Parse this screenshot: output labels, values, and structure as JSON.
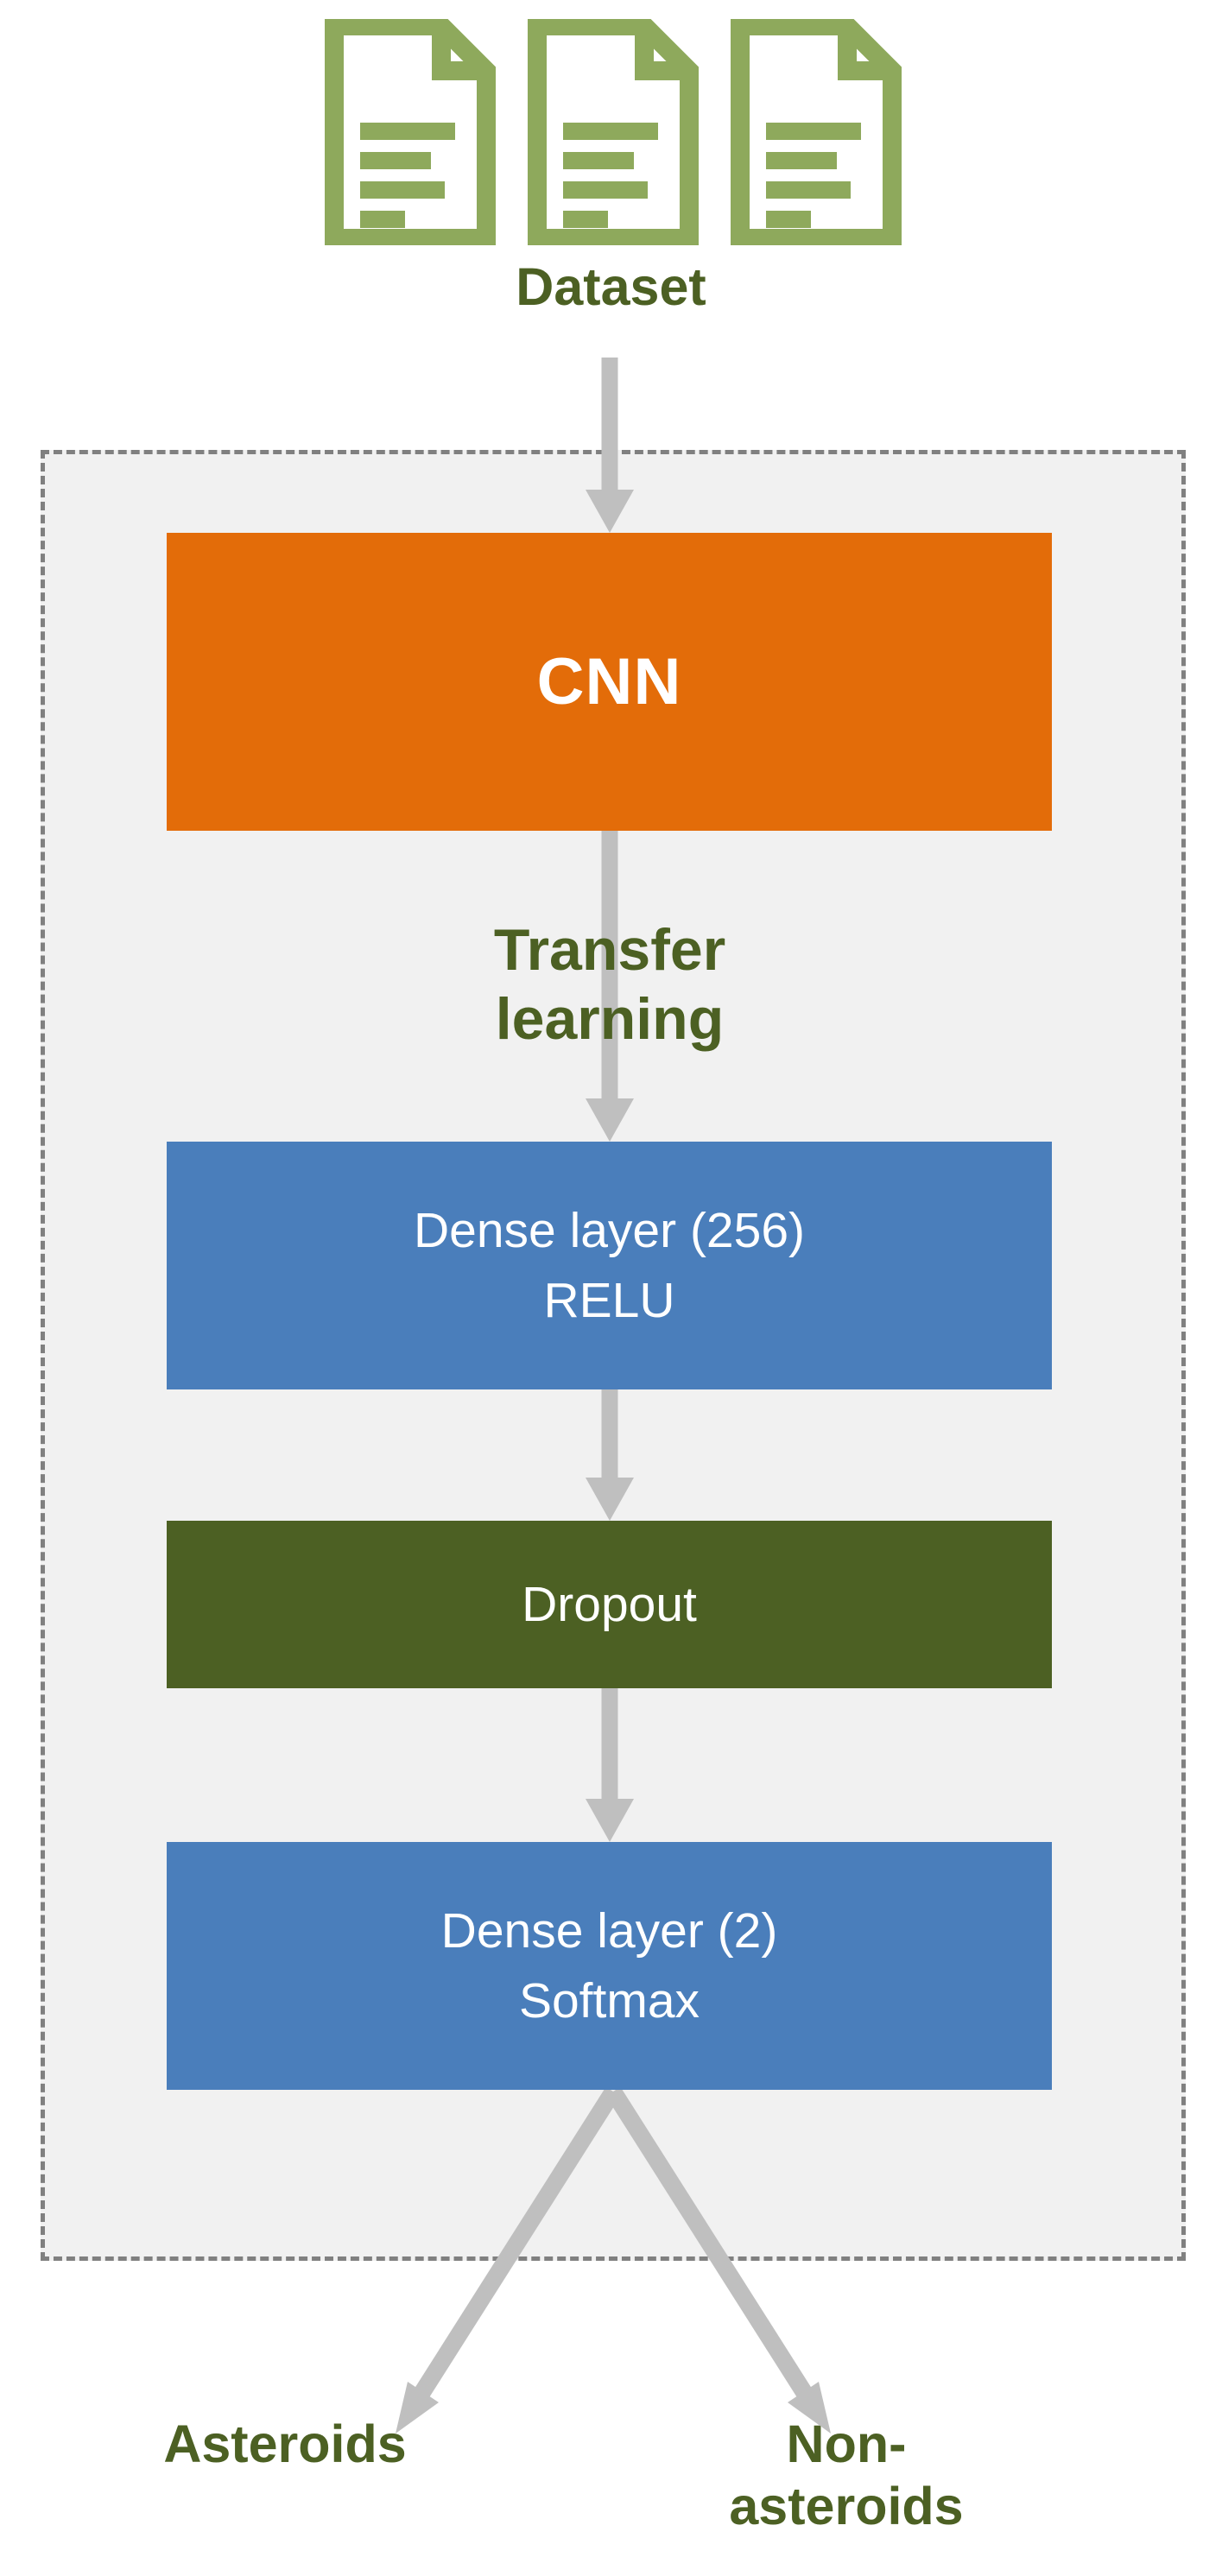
{
  "diagram": {
    "title": "CNN transfer-learning asteroid classification pipeline",
    "colors": {
      "document_icon_green": "#8EA95C",
      "label_green": "#4C6023",
      "cnn_orange": "#E36C09",
      "dense_blue": "#4A7EBB",
      "dropout_green": "#4C6023",
      "arrow_gray": "#BFBFBF",
      "container_fill": "#F1F1F1",
      "container_border": "#808080",
      "block_text": "#FFFFFF"
    }
  },
  "input": {
    "icons": [
      {
        "name": "document-icon-1"
      },
      {
        "name": "document-icon-2"
      },
      {
        "name": "document-icon-3"
      }
    ],
    "label": "Dataset"
  },
  "pipeline": {
    "annotation": {
      "line1": "Transfer",
      "line2": "learning"
    },
    "blocks": [
      {
        "id": "cnn",
        "lines": [
          "CNN"
        ],
        "color": "#E36C09"
      },
      {
        "id": "dense-256",
        "lines": [
          "Dense layer (256)",
          "RELU"
        ],
        "color": "#4A7EBB"
      },
      {
        "id": "dropout",
        "lines": [
          "Dropout"
        ],
        "color": "#4C6023"
      },
      {
        "id": "dense-2",
        "lines": [
          "Dense layer (2)",
          "Softmax"
        ],
        "color": "#4A7EBB"
      }
    ]
  },
  "outputs": [
    {
      "id": "asteroids",
      "line1": "Asteroids",
      "line2": ""
    },
    {
      "id": "non-asteroids",
      "line1": "Non-",
      "line2": "asteroids"
    }
  ]
}
